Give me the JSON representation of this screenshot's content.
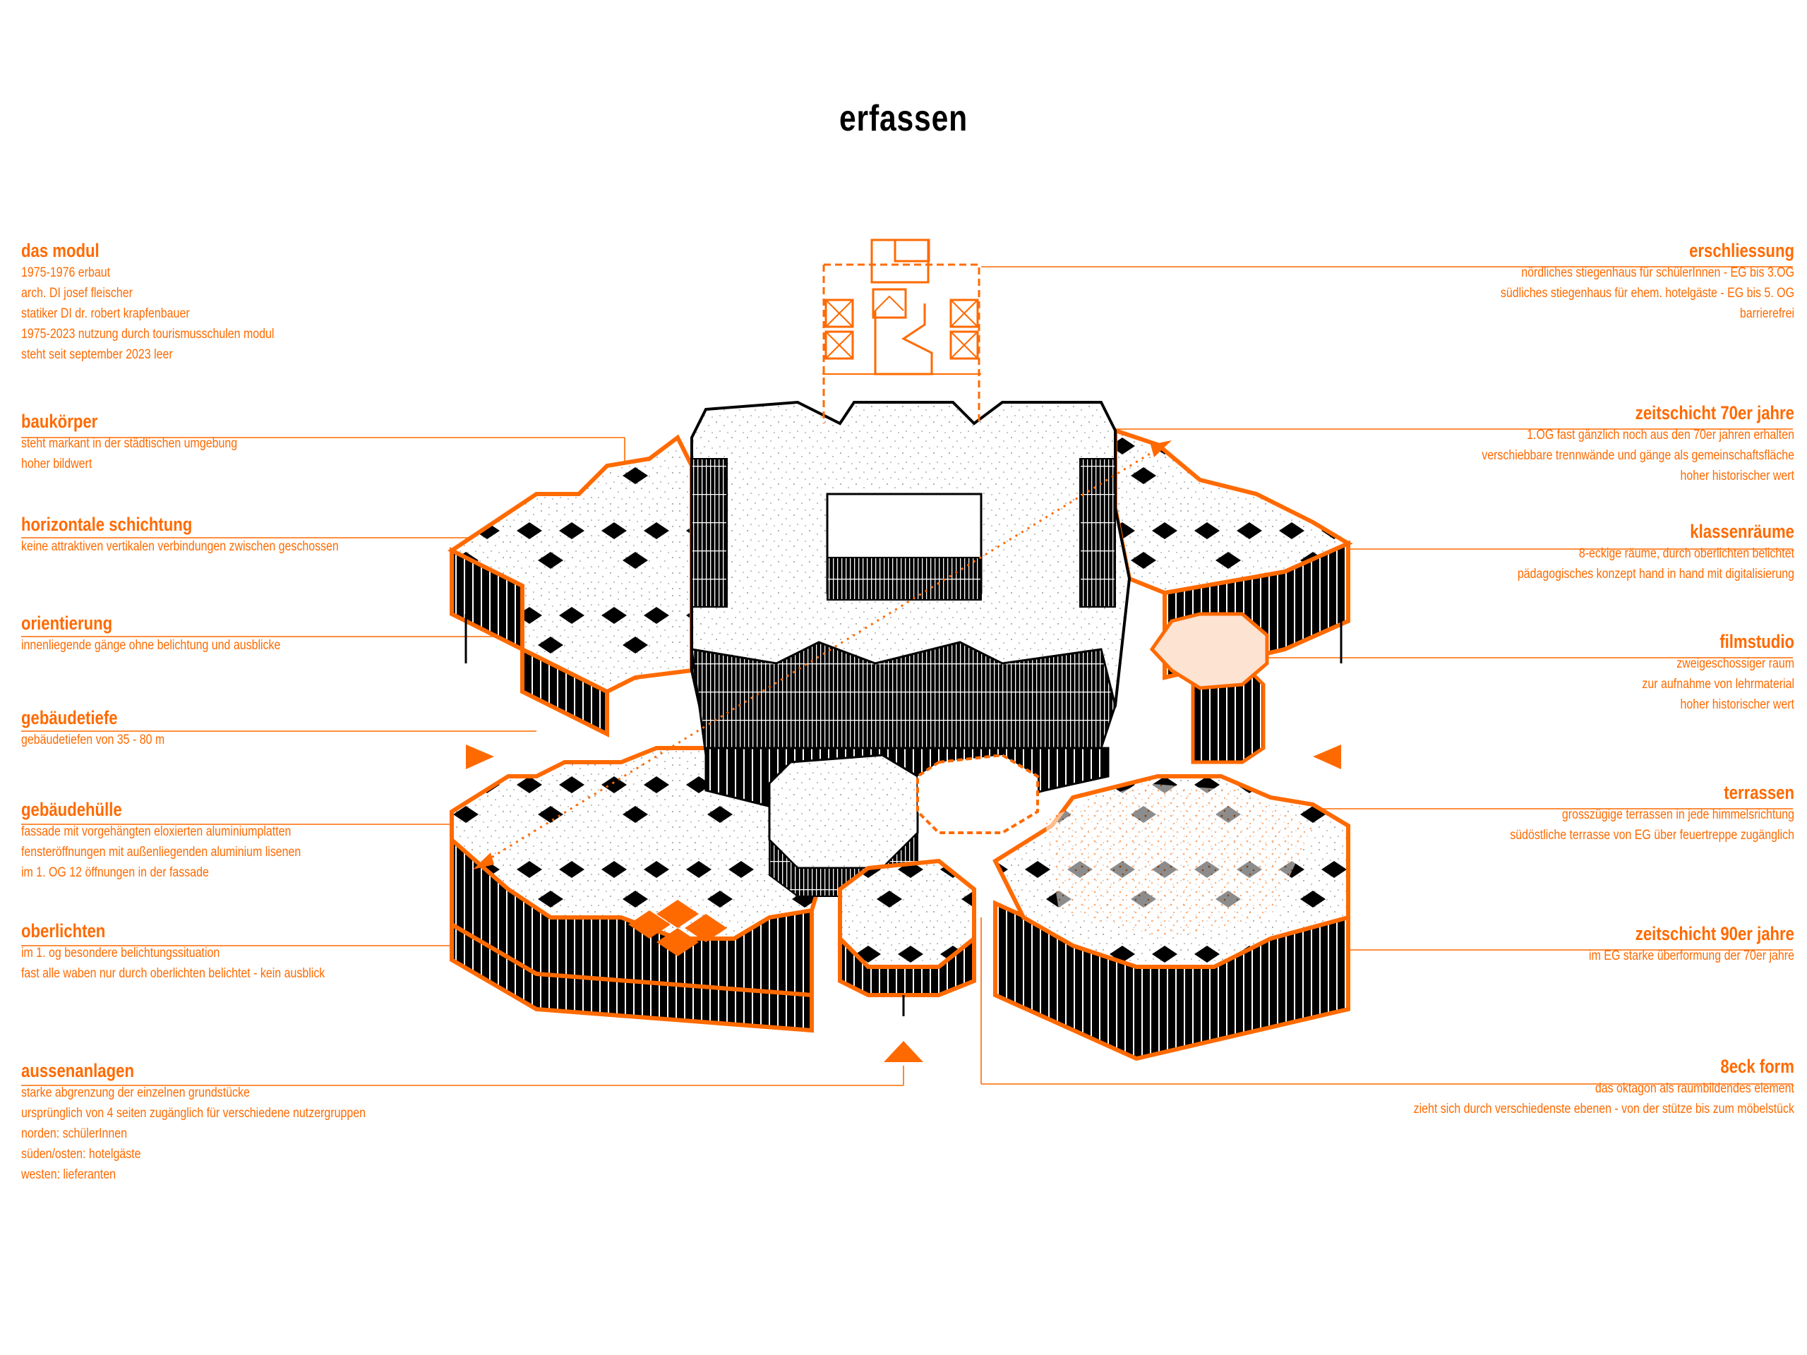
{
  "title": "erfassen",
  "colors": {
    "accent": "#ff6a00",
    "ink": "#000000",
    "paper": "#ffffff"
  },
  "left_notes": [
    {
      "heading": "das modul",
      "lines": [
        "1975-1976 erbaut",
        "arch. DI josef fleischer",
        "statiker DI dr. robert krapfenbauer",
        "1975-2023 nutzung durch tourismusschulen modul",
        "steht seit september 2023 leer"
      ]
    },
    {
      "heading": "baukörper",
      "lines": [
        "steht markant in der städtischen umgebung",
        "hoher bildwert"
      ]
    },
    {
      "heading": "horizontale schichtung",
      "lines": [
        "keine attraktiven vertikalen verbindungen zwischen geschossen"
      ]
    },
    {
      "heading": "orientierung",
      "lines": [
        "innenliegende gänge ohne belichtung und ausblicke"
      ]
    },
    {
      "heading": "gebäudetiefe",
      "lines": [
        "gebäudetiefen von 35 - 80 m"
      ]
    },
    {
      "heading": "gebäudehülle",
      "lines": [
        "fassade mit vorgehängten eloxierten aluminiumplatten",
        "fensteröffnungen mit außenliegenden aluminium lisenen",
        "im 1. OG 12 öffnungen in der fassade"
      ]
    },
    {
      "heading": "oberlichten",
      "lines": [
        "im 1. og besondere belichtungssituation",
        "fast alle waben nur durch oberlichten belichtet - kein ausblick"
      ]
    },
    {
      "heading": "aussenanlagen",
      "lines": [
        "starke abgrenzung der einzelnen grundstücke",
        "ursprünglich von 4 seiten zugänglich für verschiedene nutzergruppen",
        "norden: schülerInnen",
        "süden/osten: hotelgäste",
        "westen: lieferanten"
      ]
    }
  ],
  "right_notes": [
    {
      "heading": "erschliessung",
      "lines": [
        "nördliches stiegenhaus für schülerInnen - EG bis 3.OG",
        "südliches stiegenhaus für ehem. hotelgäste - EG bis 5. OG",
        "barrierefrei"
      ]
    },
    {
      "heading": "zeitschicht 70er jahre",
      "lines": [
        "1.OG fast gänzlich noch aus den 70er jahren erhalten",
        "verschiebbare trennwände und gänge als gemeinschaftsfläche",
        "hoher historischer wert"
      ]
    },
    {
      "heading": "klassenräume",
      "lines": [
        "8-eckige räume, durch oberlichten belichtet",
        "pädagogisches konzept hand in hand mit digitalisierung"
      ]
    },
    {
      "heading": "filmstudio",
      "lines": [
        "zweigeschossiger raum",
        "zur aufnahme von lehrmaterial",
        "hoher historischer wert"
      ]
    },
    {
      "heading": "terrassen",
      "lines": [
        "grosszügige terrassen in jede himmelsrichtung",
        "südöstliche terrasse von EG über feuertreppe zugänglich"
      ]
    },
    {
      "heading": "zeitschicht 90er jahre",
      "lines": [
        "im EG starke überformung der 70er jahre"
      ]
    },
    {
      "heading": "8eck form",
      "lines": [
        "das oktagon als raumbildendes element",
        "zieht sich durch verschiedenste ebenen - von der stütze bis zum möbelstück"
      ]
    }
  ]
}
